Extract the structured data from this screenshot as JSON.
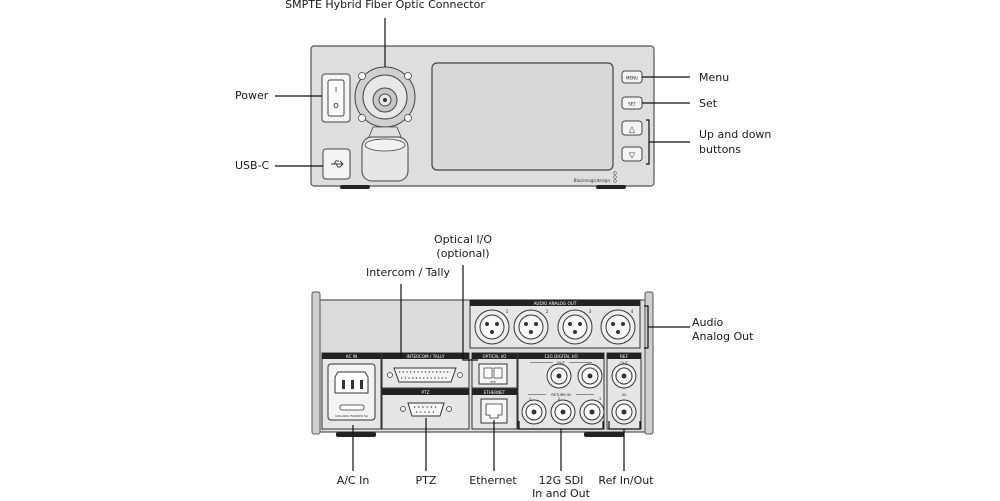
{
  "front_labels": {
    "fiber_connector": "SMPTE Hybrid Fiber Optic Connector",
    "power": "Power",
    "usb_c": "USB-C",
    "menu": "Menu",
    "set": "Set",
    "up_down": "Up and down",
    "up_down_2": "buttons"
  },
  "front_panel": {
    "menu_button": "MENU",
    "set_button": "SET",
    "up_arrow": "△",
    "down_arrow": "▽",
    "brand": "Blackmagicdesign",
    "power_on": "I",
    "power_off": "O"
  },
  "rear_labels": {
    "optical_io": "Optical I/O",
    "optical_io_2": "(optional)",
    "intercom_tally": "Intercom / Tally",
    "audio": "Audio",
    "audio_2": "Analog Out",
    "ac_in": "A/C In",
    "ptz": "PTZ",
    "ethernet": "Ethernet",
    "sdi": "12G SDI",
    "sdi_2": "In and Out",
    "ref": "Ref In/Out"
  },
  "rear_panel": {
    "audio_analog_out": "AUDIO ANALOG OUT",
    "audio_channels": [
      "1",
      "2",
      "3",
      "4"
    ],
    "ac_in": "AC IN",
    "ac_rating": "100-240V 50/60Hz 5A",
    "intercom_tally": "INTERCOM / TALLY",
    "optical_io": "OPTICAL I/O",
    "sfp": "SFP",
    "sdi_header": "12G DIGITAL I/O",
    "sdi_out": "OUT",
    "return_in": "RETURN IN",
    "return_channels": [
      "1",
      "2",
      "3"
    ],
    "ref": "REF",
    "ref_out": "OUT",
    "ref_in": "IN",
    "ptz": "PTZ",
    "ethernet": "ETHERNET"
  }
}
